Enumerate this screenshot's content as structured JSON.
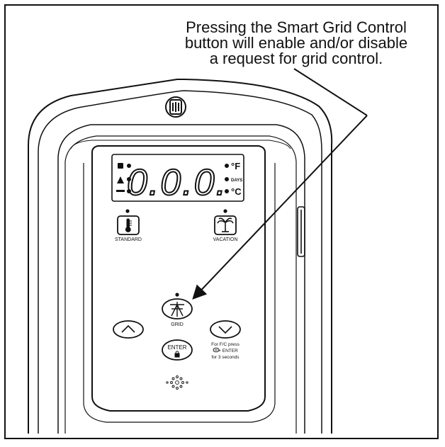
{
  "callout": {
    "line1": "Pressing the Smart Grid Control",
    "line2": "button will enable and/or disable",
    "line3": "a request for grid control."
  },
  "display": {
    "digits": "0.0.0.",
    "indicators": {
      "fahrenheit": "°F",
      "days": "DAYS",
      "celsius": "°C"
    }
  },
  "buttons": {
    "standard": "STANDARD",
    "vacation": "VACATION",
    "grid": "GRID",
    "enter": "ENTER"
  },
  "note": {
    "line1": "For F/C press",
    "line2": "+ ENTER",
    "line3": "for 3 seconds"
  },
  "icons": {
    "standard": "thermometer-icon",
    "vacation": "palm-tree-icon",
    "grid": "smart-grid-icon",
    "enter": "lock-icon",
    "up": "chevron-up-icon",
    "down": "chevron-down-icon",
    "speaker": "speaker-icon",
    "knob": "screw-knob-icon"
  },
  "colors": {
    "ink": "#111111",
    "paper": "#ffffff"
  }
}
